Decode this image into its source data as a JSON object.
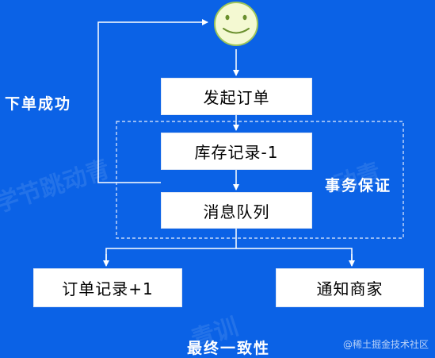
{
  "diagram": {
    "nodes": {
      "place_order": "发起订单",
      "inventory": "库存记录-1",
      "queue": "消息队列",
      "order_record": "订单记录+1",
      "notify_merchant": "通知商家"
    },
    "labels": {
      "order_success": "下单成功",
      "transaction": "事务保证",
      "eventual_consistency": "最终一致性"
    },
    "icons": {
      "user": "smiley-face-icon"
    }
  },
  "watermarks": {
    "corner": "@稀土掘金技术社区"
  },
  "colors": {
    "background": "#0b62e6",
    "box": "#ffffff",
    "face": "#f4f9d2",
    "face_stroke": "#9ec55a"
  }
}
